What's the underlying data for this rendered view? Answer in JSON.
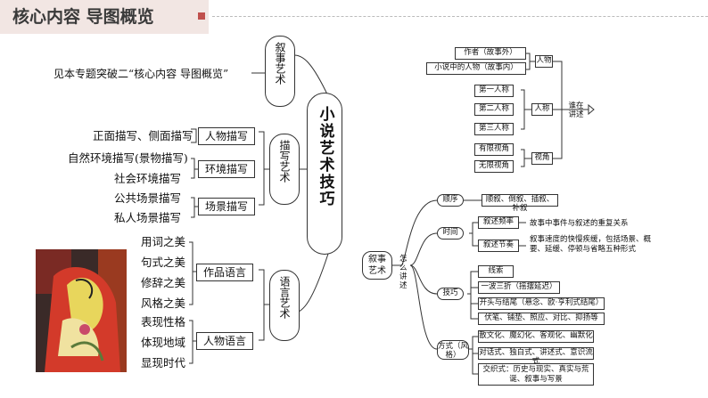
{
  "header": {
    "title": "核心内容  导图概览"
  },
  "center": {
    "title": "小说艺术技巧"
  },
  "left": {
    "ref_note": "见本专题突破二“核心内容  导图概览”",
    "branches": [
      {
        "label": "叙事艺术"
      },
      {
        "label": "描写艺术"
      },
      {
        "label": "语言艺术"
      }
    ],
    "description": {
      "groups": [
        {
          "label": "人物描写",
          "items": [
            "正面描写、侧面描写"
          ]
        },
        {
          "label": "环境描写",
          "items": [
            "自然环境描写(景物描写)",
            "社会环境描写"
          ]
        },
        {
          "label": "场景描写",
          "items": [
            "公共场景描写",
            "私人场景描写"
          ]
        }
      ]
    },
    "language": {
      "groups": [
        {
          "label": "作品语言",
          "items": [
            "用词之美",
            "句式之美",
            "修辞之美",
            "风格之美"
          ]
        },
        {
          "label": "人物语言",
          "items": [
            "表现性格",
            "体现地域",
            "显现时代"
          ]
        }
      ]
    }
  },
  "right": {
    "root": "叙事艺术",
    "how": "怎么讲述",
    "who": "谁在讲述",
    "persons": {
      "label": "人物",
      "items": [
        "作者（故事外）",
        "小说中的人物（故事内）"
      ]
    },
    "person_voice": {
      "label": "人称",
      "items": [
        "第一人称",
        "第二人称",
        "第三人称"
      ]
    },
    "view": {
      "label": "视角",
      "items": [
        "有限视角",
        "无限视角"
      ]
    },
    "order": {
      "label": "顺序",
      "item": "顺叙、倒叙、插叙、补叙"
    },
    "time": {
      "label": "时间",
      "items": [
        {
          "label": "叙述频率",
          "desc": "故事中事件与叙述的重复关系"
        },
        {
          "label": "叙述节奏",
          "desc": "叙事速度的快慢疾缓，包括场景、概要、延缓、停顿与省略五种形式"
        }
      ]
    },
    "skill": {
      "label": "技巧",
      "items": [
        "线索",
        "一波三折（摇摆延迟）",
        "开头与结尾（悬念、欧·亨利式结尾）",
        "伏笔、铺垫、照应、对比、抑扬等"
      ]
    },
    "style": {
      "label": "方式（风格）",
      "items": [
        "散文化、魔幻化、客观化、幽默化",
        "对话式、独白式、讲述式、意识流式",
        "交织式：历史与现实、真实与荒诞、叙事与写景"
      ]
    }
  }
}
